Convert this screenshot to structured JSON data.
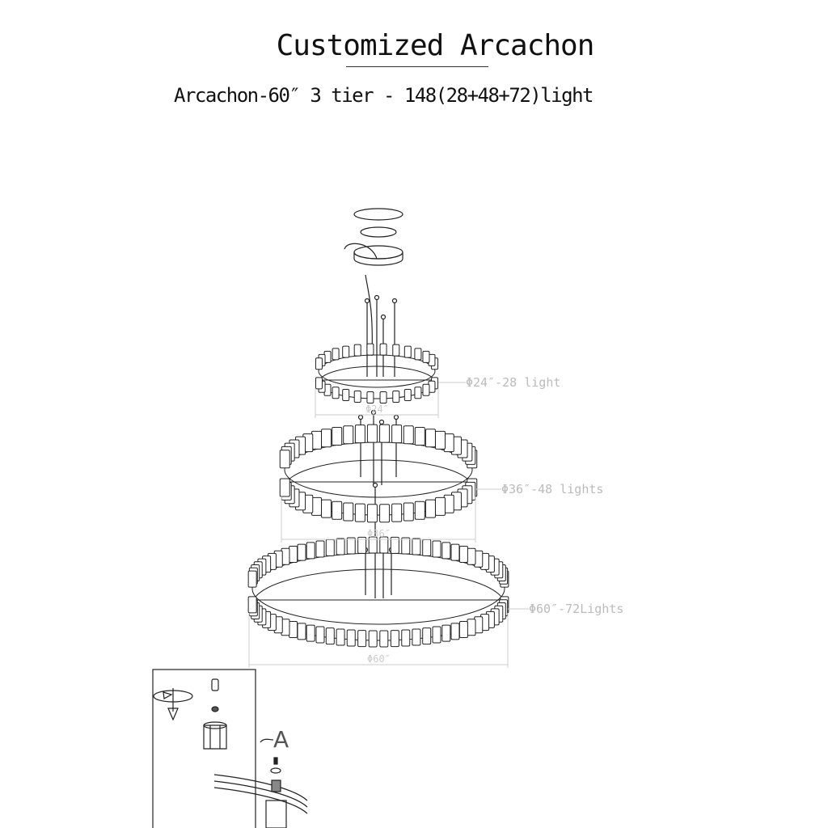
{
  "header": {
    "title": "Customized Arcachon",
    "subtitle": "Arcachon-60″ 3 tier - 148(28+48+72)light"
  },
  "tiers": [
    {
      "label": "Φ24″-28 light",
      "dimension": "Φ24″",
      "lights": 28
    },
    {
      "label": "Φ36″-48 lights",
      "dimension": "Φ36″",
      "lights": 48
    },
    {
      "label": "Φ60″-72Lights",
      "dimension": "Φ60″",
      "lights": 72
    }
  ],
  "detail": {
    "callout": "A"
  },
  "colors": {
    "line": "#222222",
    "annotation": "#bbbbbb"
  }
}
